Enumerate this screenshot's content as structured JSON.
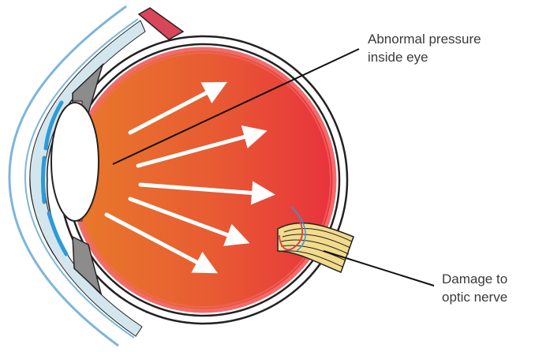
{
  "labels": {
    "pressure": {
      "line1": "Abnormal pressure",
      "line2": "inside eye"
    },
    "damage": {
      "line1": "Damage to",
      "line2": "optic nerve"
    }
  },
  "colors": {
    "eyeball_gradient_start": "#E87A2A",
    "eyeball_gradient_end": "#E8323D",
    "retina": "#F26B6B",
    "outer_layer": "#222222",
    "cornea_outer": "#7DB6DB",
    "cornea_inner": "#D3E6EE",
    "iris": "#8C8C8C",
    "lens_accent": "#2E9AD8",
    "muscle": "#D9465A",
    "nerve_fiber": "#F3DB8C",
    "arrow": "#ffffff",
    "pointer_line": "#111111"
  },
  "icons": {
    "pressure_arrows": "arrow-right-icon",
    "optic_nerve": "optic-nerve-icon"
  }
}
